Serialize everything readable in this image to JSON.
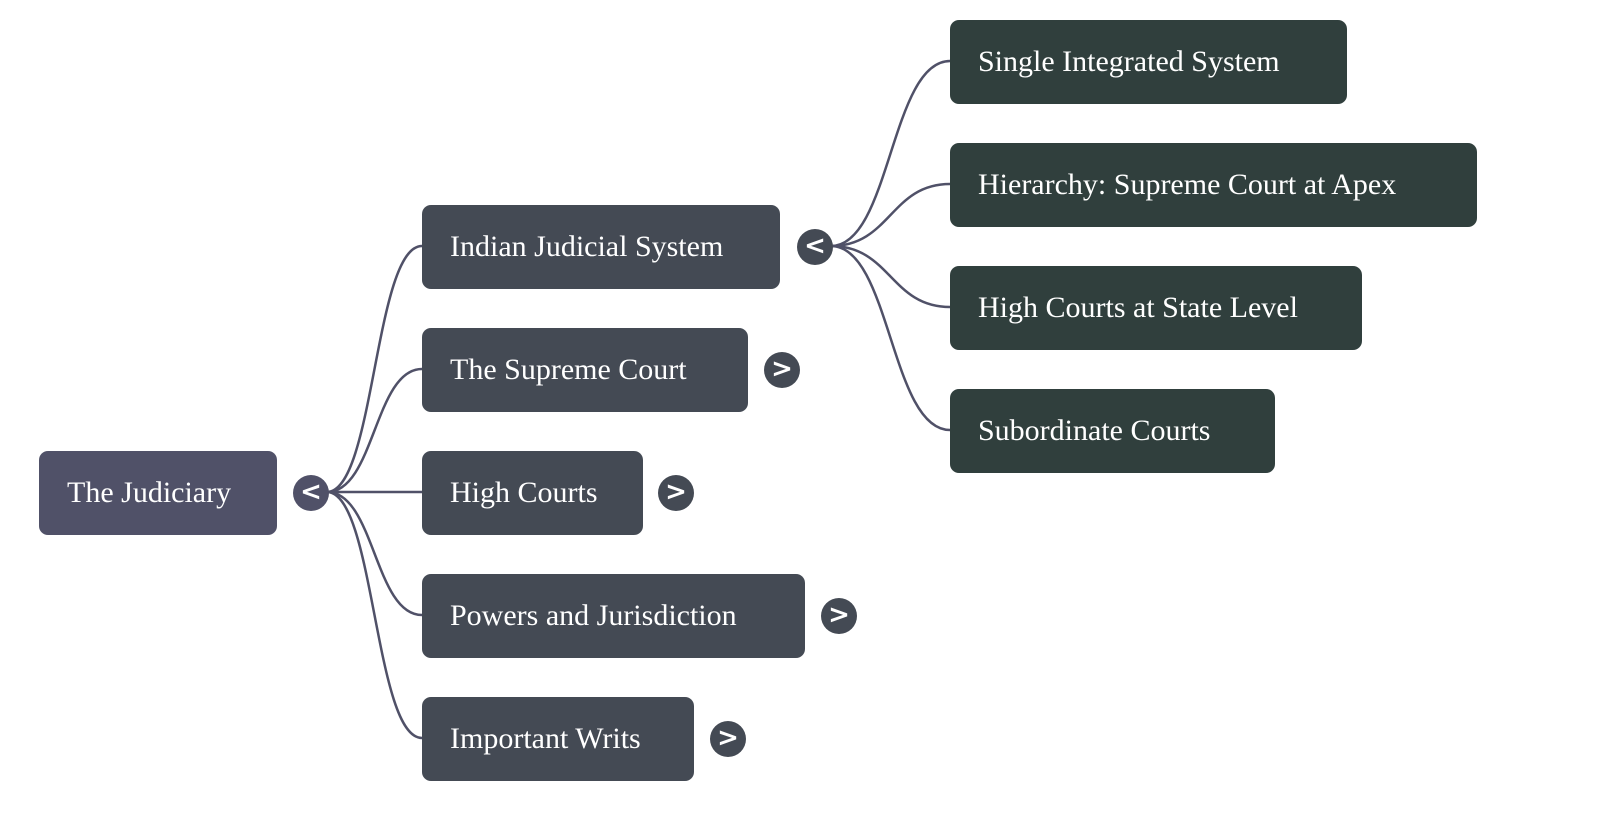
{
  "root": {
    "label": "The Judiciary",
    "toggle": "<"
  },
  "branches": [
    {
      "label": "Indian Judicial System",
      "toggle": "<",
      "expanded": true
    },
    {
      "label": "The Supreme Court",
      "toggle": ">",
      "expanded": false
    },
    {
      "label": "High Courts",
      "toggle": ">",
      "expanded": false
    },
    {
      "label": "Powers and Jurisdiction",
      "toggle": ">",
      "expanded": false
    },
    {
      "label": "Important Writs",
      "toggle": ">",
      "expanded": false
    }
  ],
  "leaves": [
    {
      "label": "Single Integrated System"
    },
    {
      "label": "Hierarchy: Supreme Court at Apex"
    },
    {
      "label": "High Courts at State Level"
    },
    {
      "label": "Subordinate Courts"
    }
  ],
  "colors": {
    "root": "#505168",
    "branch": "#444a54",
    "leaf": "#303f3d",
    "link": "#505168"
  }
}
